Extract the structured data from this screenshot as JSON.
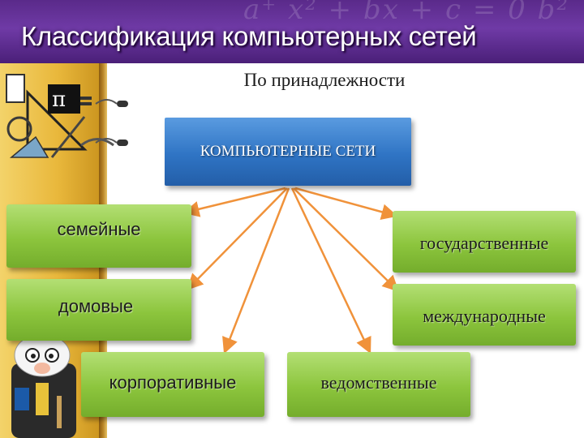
{
  "slide": {
    "title": "Классификация компьютерных сетей",
    "subtitle": "По принадлежности",
    "header_formula": "a⁺ x² + bx + c = 0  b²"
  },
  "diagram": {
    "root": "КОМПЬЮТЕРНЫЕ СЕТИ",
    "nodes": {
      "family": "семейные",
      "home": "домовые",
      "corporate": "корпоративные",
      "state": "государственные",
      "international": "международные",
      "departmental": "ведомственные"
    }
  },
  "colors": {
    "header": "#5a2a8a",
    "sidebar": "#e9b83c",
    "root_box": "#2f74c4",
    "leaf_box": "#8cc53d",
    "arrow": "#f0923a"
  }
}
